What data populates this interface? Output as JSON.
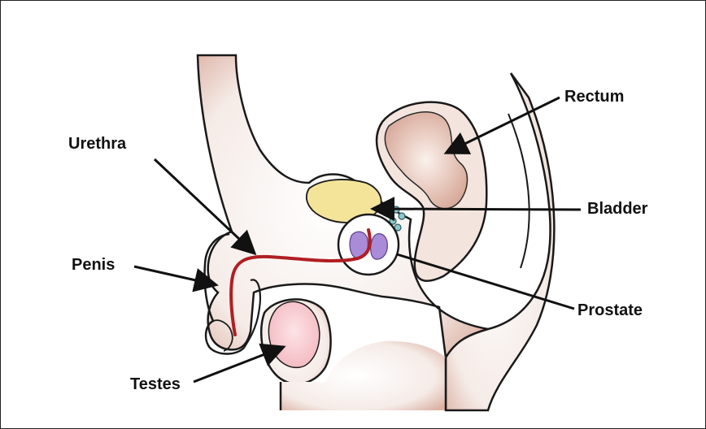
{
  "labels": {
    "rectum": "Rectum",
    "urethra": "Urethra",
    "bladder": "Bladder",
    "penis": "Penis",
    "prostate": "Prostate",
    "testes": "Testes"
  },
  "colors": {
    "outline": "#1a1a1a",
    "skin": "#f4e7e2",
    "skin_shadow": "#d9a99a",
    "rectum_fill": "#e6c2b5",
    "bladder_fill": "#f4e6a0",
    "prostate_fill": "#a98bd8",
    "urethra": "#b01e23",
    "testis_fill": "#f7c9cf",
    "seminal_vesicle": "#7fc4c9"
  }
}
